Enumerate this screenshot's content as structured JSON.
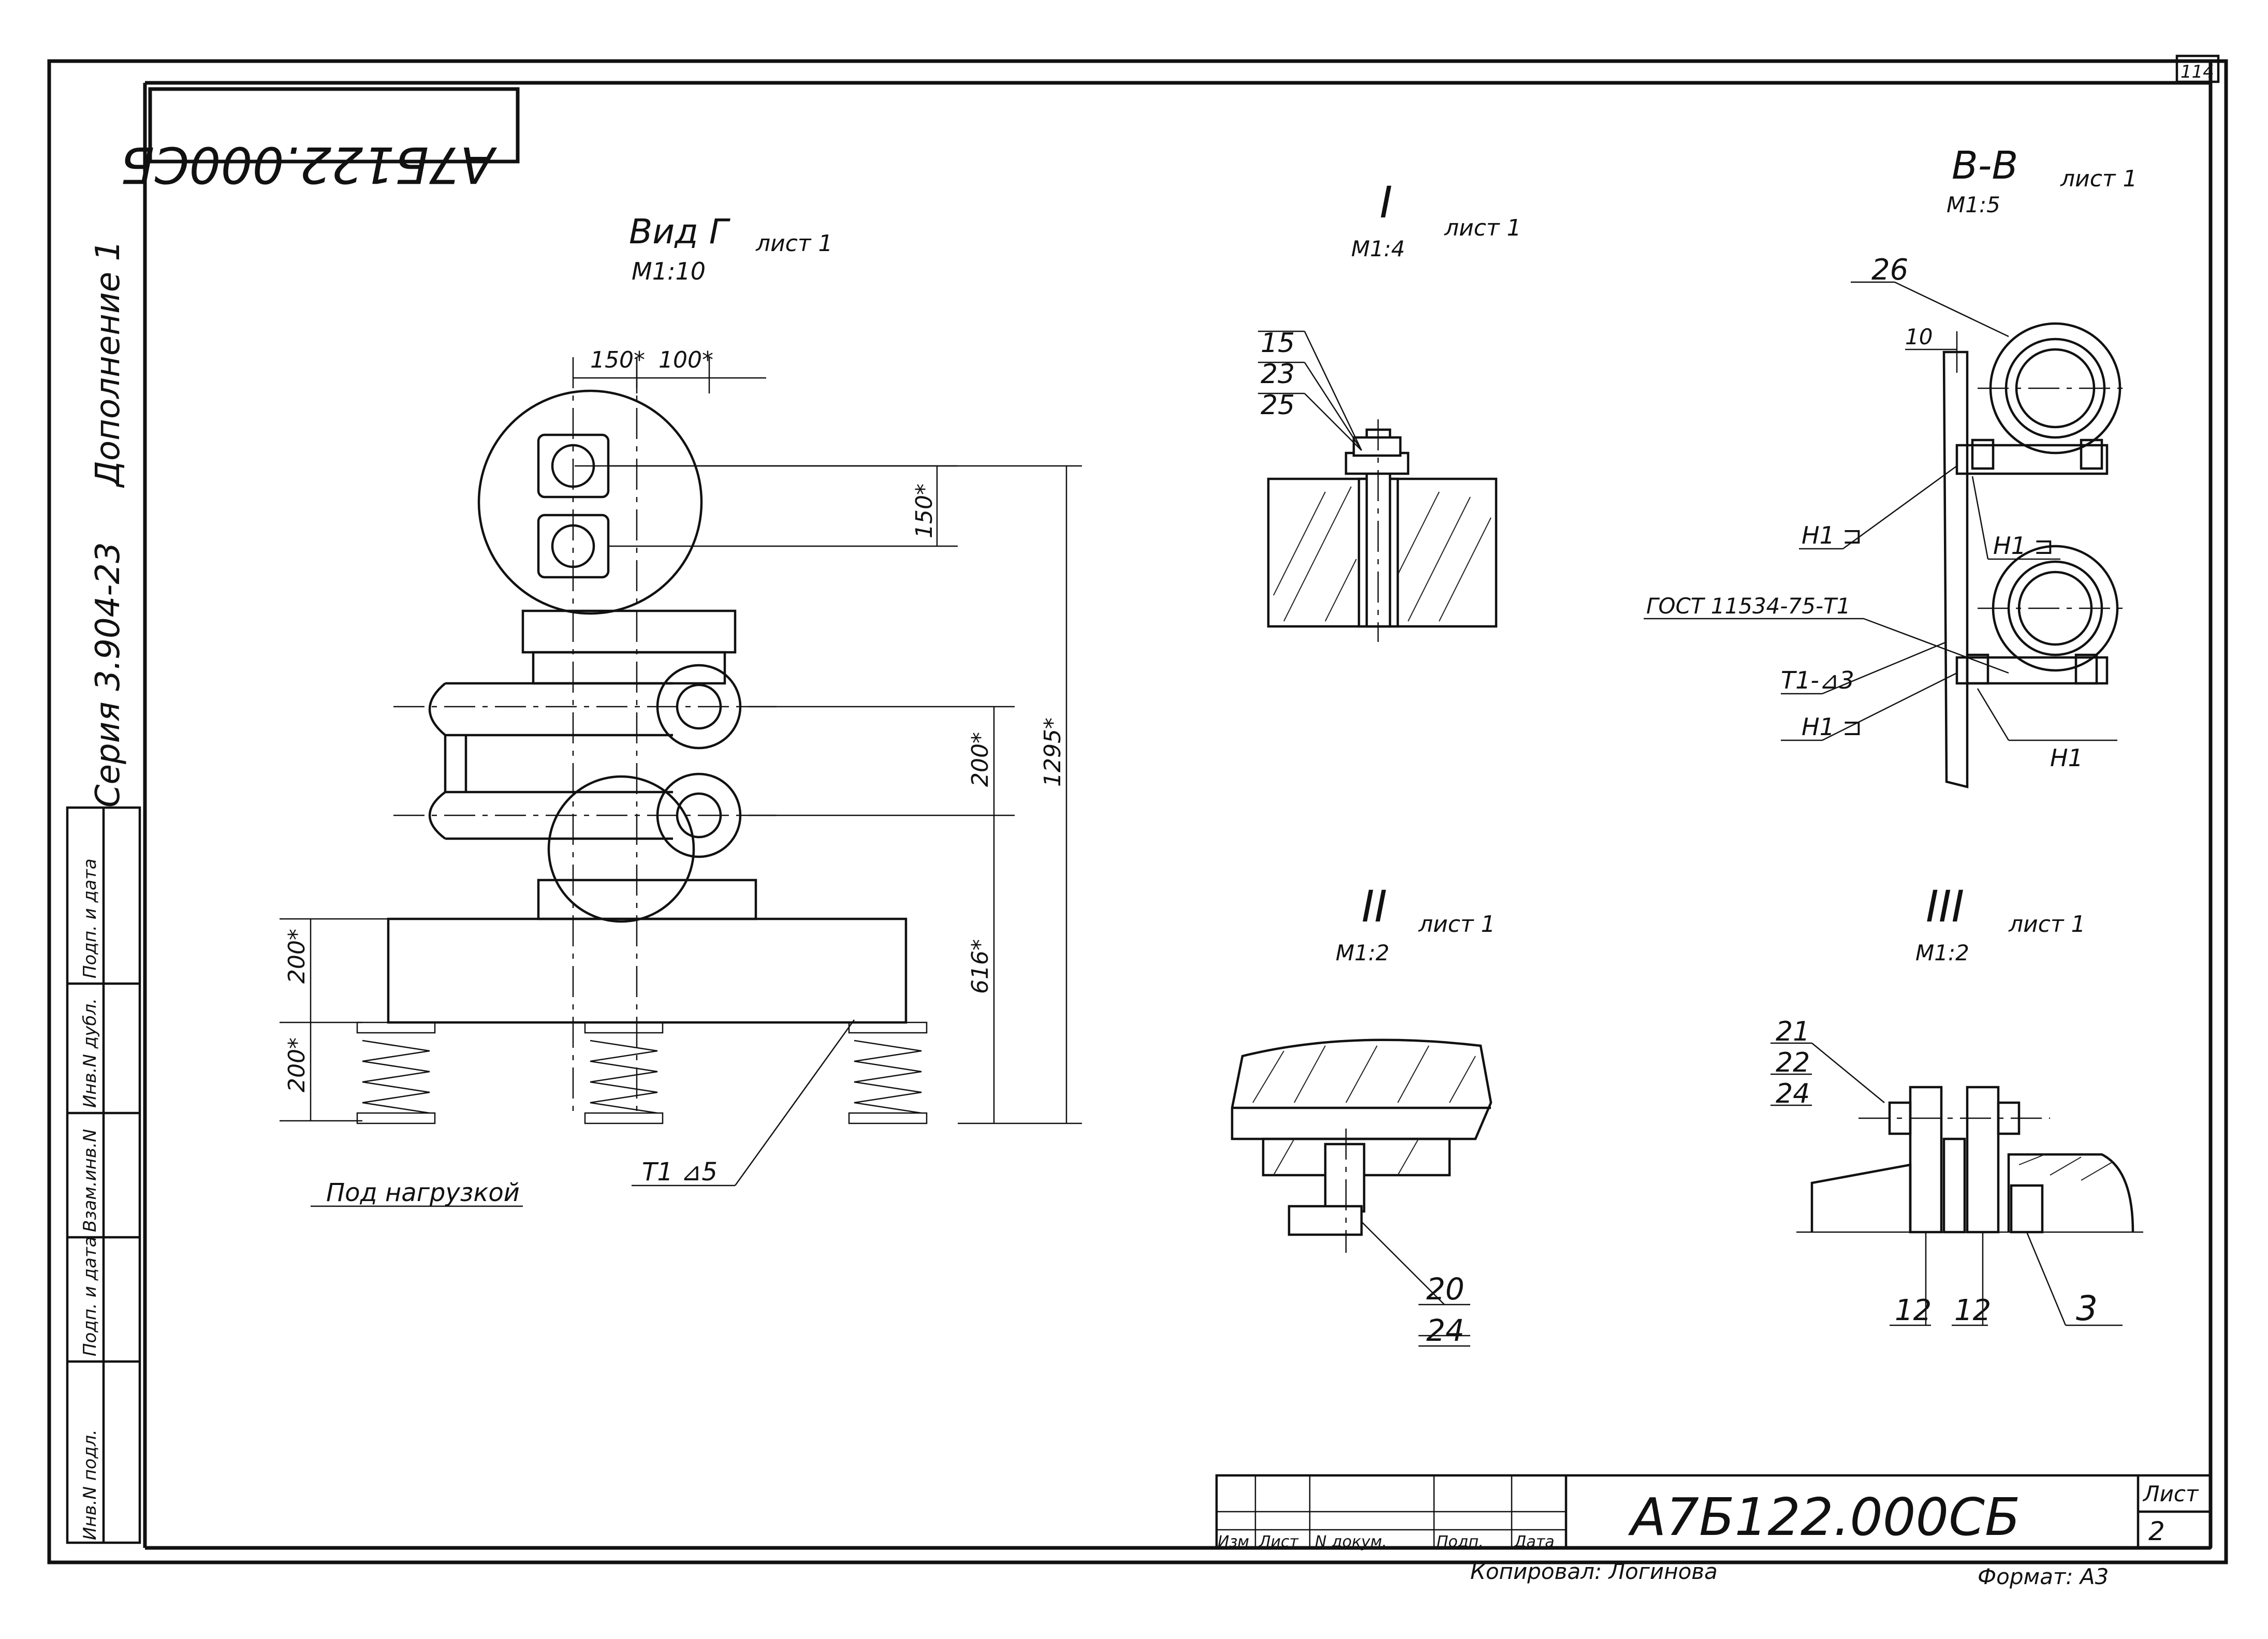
{
  "sheet": {
    "page_number": "114",
    "drawing_code_rotated": "А7Б122.000СБ",
    "series": "Серия 3.904-23",
    "addendum": "Дополнение 1",
    "copied_by": "Копировал: Логинова",
    "format": "Формат: А3"
  },
  "left_strip": {
    "cells": [
      "Инв.N подл.",
      "Подп. и дата",
      "Взам.инв.N",
      "Инв.N дубл.",
      "Подп. и дата"
    ]
  },
  "view_g": {
    "title": "Вид Г",
    "sheet_ref": "лист 1",
    "scale": "М1:10",
    "dims": {
      "d150_top": "150*",
      "d100_top": "100*",
      "d150_side": "150*",
      "d200_side": "200*",
      "d1295": "1295*",
      "d616": "616*",
      "d200_left_a": "200*",
      "d200_left_b": "200*"
    },
    "under_load": "Под нагрузкой",
    "weld_note": "Т1 ⊿5"
  },
  "node_1": {
    "title": "I",
    "sheet_ref": "лист 1",
    "scale": "М1:4",
    "callouts": [
      "15",
      "23",
      "25"
    ]
  },
  "node_2": {
    "title": "II",
    "sheet_ref": "лист 1",
    "scale": "М1:2",
    "callouts": [
      "20",
      "24"
    ]
  },
  "node_3": {
    "title": "III",
    "sheet_ref": "лист 1",
    "scale": "М1:2",
    "callouts_left": [
      "21",
      "22",
      "24"
    ],
    "callouts_bottom": [
      "12",
      "12",
      "3"
    ]
  },
  "section_bb": {
    "title": "В-В",
    "sheet_ref": "лист 1",
    "scale": "М1:5",
    "callout_top": "26",
    "dim_10": "10",
    "weld_labels": [
      "Н1 ⊐",
      "Н1 ⊐",
      "Н1 ⊐",
      "Н1"
    ],
    "gost": "ГОСТ 11534-75-Т1",
    "t1": "Т1-⊿3"
  },
  "title_block": {
    "headers": [
      "Изм",
      "Лист",
      "N докум.",
      "Подп.",
      "Дата"
    ],
    "designation": "А7Б122.000СБ",
    "sheet_label": "Лист",
    "sheet_number": "2"
  }
}
